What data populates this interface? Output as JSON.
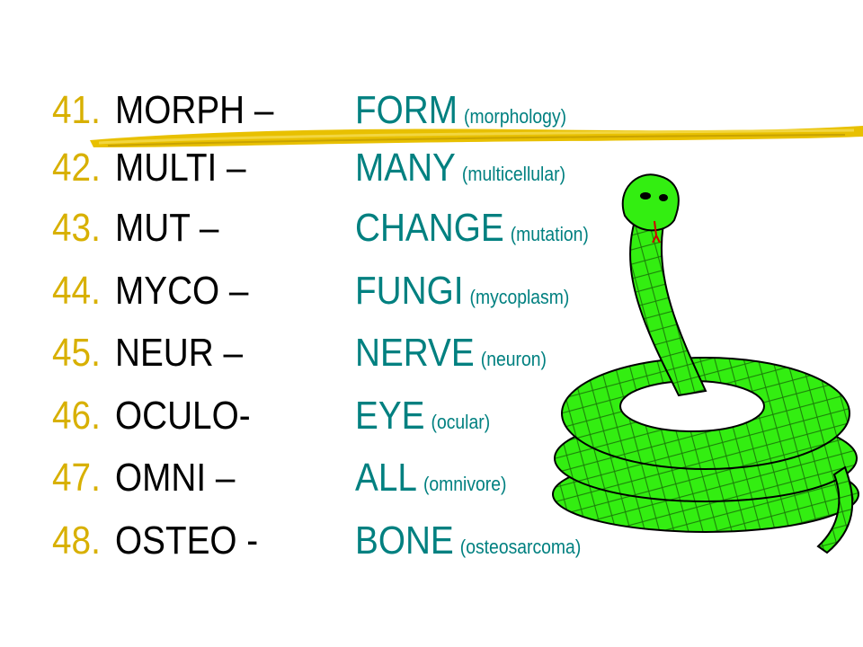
{
  "entries": [
    {
      "number": "41.",
      "root": "MORPH –",
      "meaning": "FORM",
      "example": "(morphology)"
    },
    {
      "number": "42.",
      "root": "MULTI –",
      "meaning": "MANY",
      "example": "(multicellular)"
    },
    {
      "number": "43.",
      "root": "MUT –",
      "meaning": "CHANGE",
      "example": "(mutation)"
    },
    {
      "number": "44.",
      "root": "MYCO –",
      "meaning": "FUNGI",
      "example": "(mycoplasm)"
    },
    {
      "number": "45.",
      "root": "NEUR –",
      "meaning": "NERVE",
      "example": "(neuron)"
    },
    {
      "number": "46.",
      "root": "OCULO-",
      "meaning": "EYE",
      "example": "(ocular)"
    },
    {
      "number": "47.",
      "root": "OMNI –",
      "meaning": "ALL",
      "example": "(omnivore)"
    },
    {
      "number": "48.",
      "root": "OSTEO -",
      "meaning": "BONE",
      "example": "(osteosarcoma)"
    }
  ],
  "colors": {
    "number": "#d8b000",
    "root": "#000000",
    "meaning": "#008080",
    "underline": "#e8c000",
    "snake": "#33ee11"
  },
  "icons": {
    "underline": "yellow-brush-stroke",
    "snake": "cobra-illustration"
  }
}
